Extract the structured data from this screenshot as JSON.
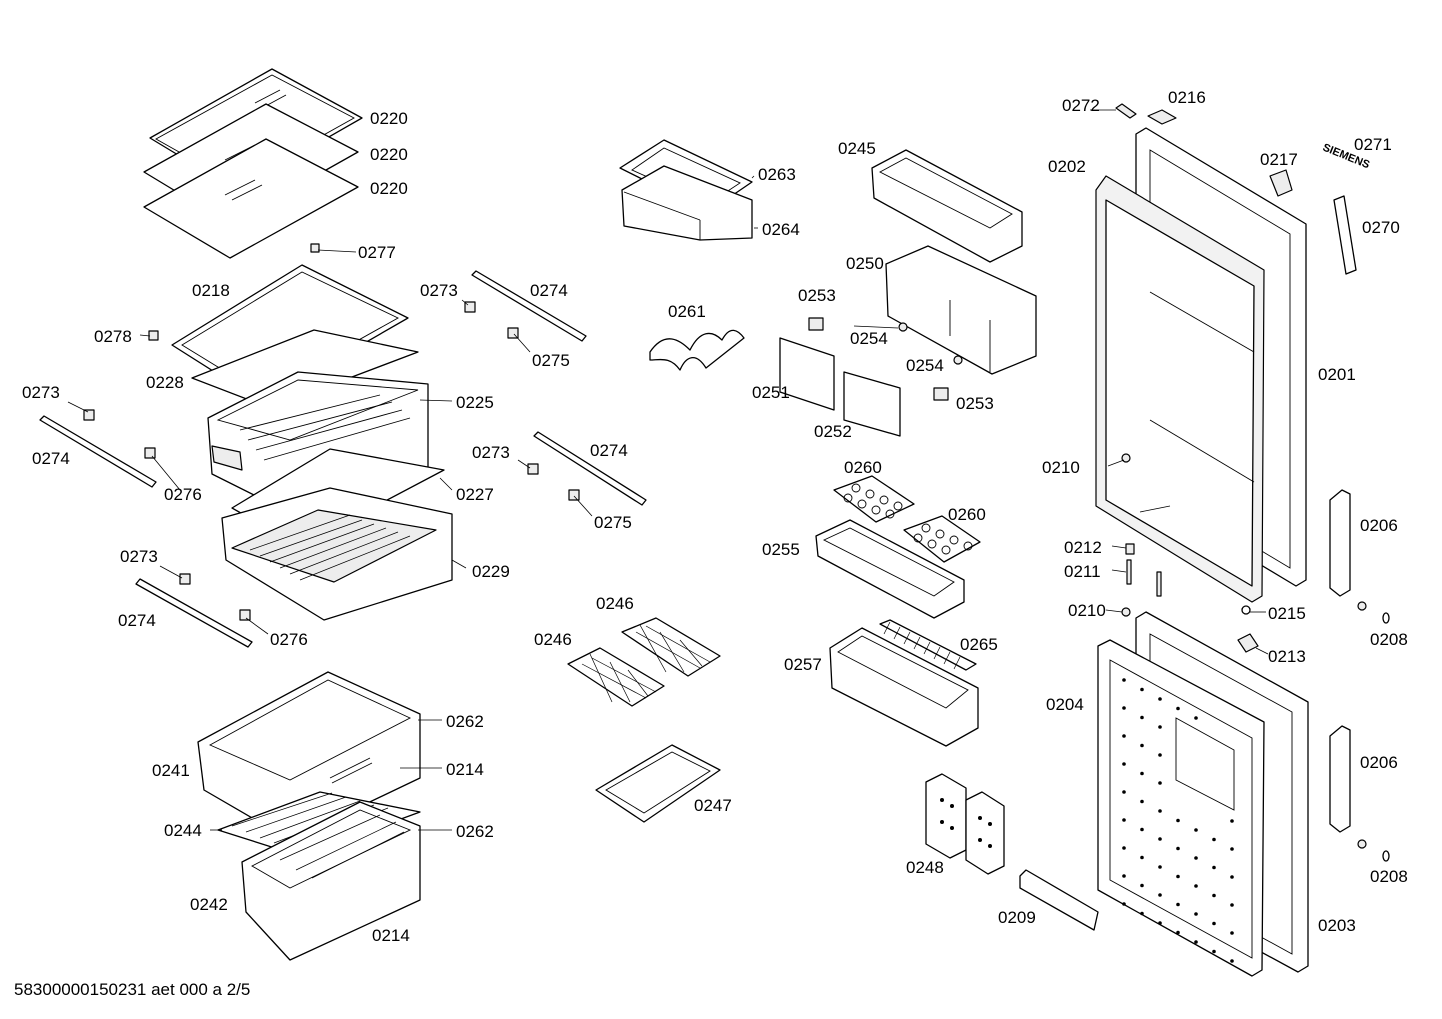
{
  "footer_text": "58300000150231 aet 000 a 2/5",
  "brand_text": "SIEMENS",
  "labels": {
    "l0220a": "0220",
    "l0220b": "0220",
    "l0220c": "0220",
    "l0277": "0277",
    "l0218": "0218",
    "l0278": "0278",
    "l0228": "0228",
    "l0225": "0225",
    "l0273a": "0273",
    "l0274a": "0274",
    "l0275a": "0275",
    "l0273b": "0273",
    "l0274b": "0274",
    "l0276a": "0276",
    "l0227": "0227",
    "l0273c": "0273",
    "l0274c": "0274",
    "l0275b": "0275",
    "l0229": "0229",
    "l0273d": "0273",
    "l0274d": "0274",
    "l0276b": "0276",
    "l0262a": "0262",
    "l0241": "0241",
    "l0214a": "0214",
    "l0244": "0244",
    "l0262b": "0262",
    "l0242": "0242",
    "l0214b": "0214",
    "l0263": "0263",
    "l0264": "0264",
    "l0261": "0261",
    "l0246a": "0246",
    "l0246b": "0246",
    "l0247": "0247",
    "l0245": "0245",
    "l0250": "0250",
    "l0253a": "0253",
    "l0254a": "0254",
    "l0254b": "0254",
    "l0251": "0251",
    "l0253b": "0253",
    "l0252": "0252",
    "l0260a": "0260",
    "l0260b": "0260",
    "l0255": "0255",
    "l0265": "0265",
    "l0257": "0257",
    "l0248": "0248",
    "l0209": "0209",
    "l0272": "0272",
    "l0216": "0216",
    "l0202": "0202",
    "l0217": "0217",
    "l0271": "0271",
    "l0270": "0270",
    "l0201": "0201",
    "l0210a": "0210",
    "l0206a": "0206",
    "l0212": "0212",
    "l0211": "0211",
    "l0210b": "0210",
    "l0215": "0215",
    "l0208a": "0208",
    "l0213": "0213",
    "l0204": "0204",
    "l0206b": "0206",
    "l0208b": "0208",
    "l0203": "0203"
  }
}
